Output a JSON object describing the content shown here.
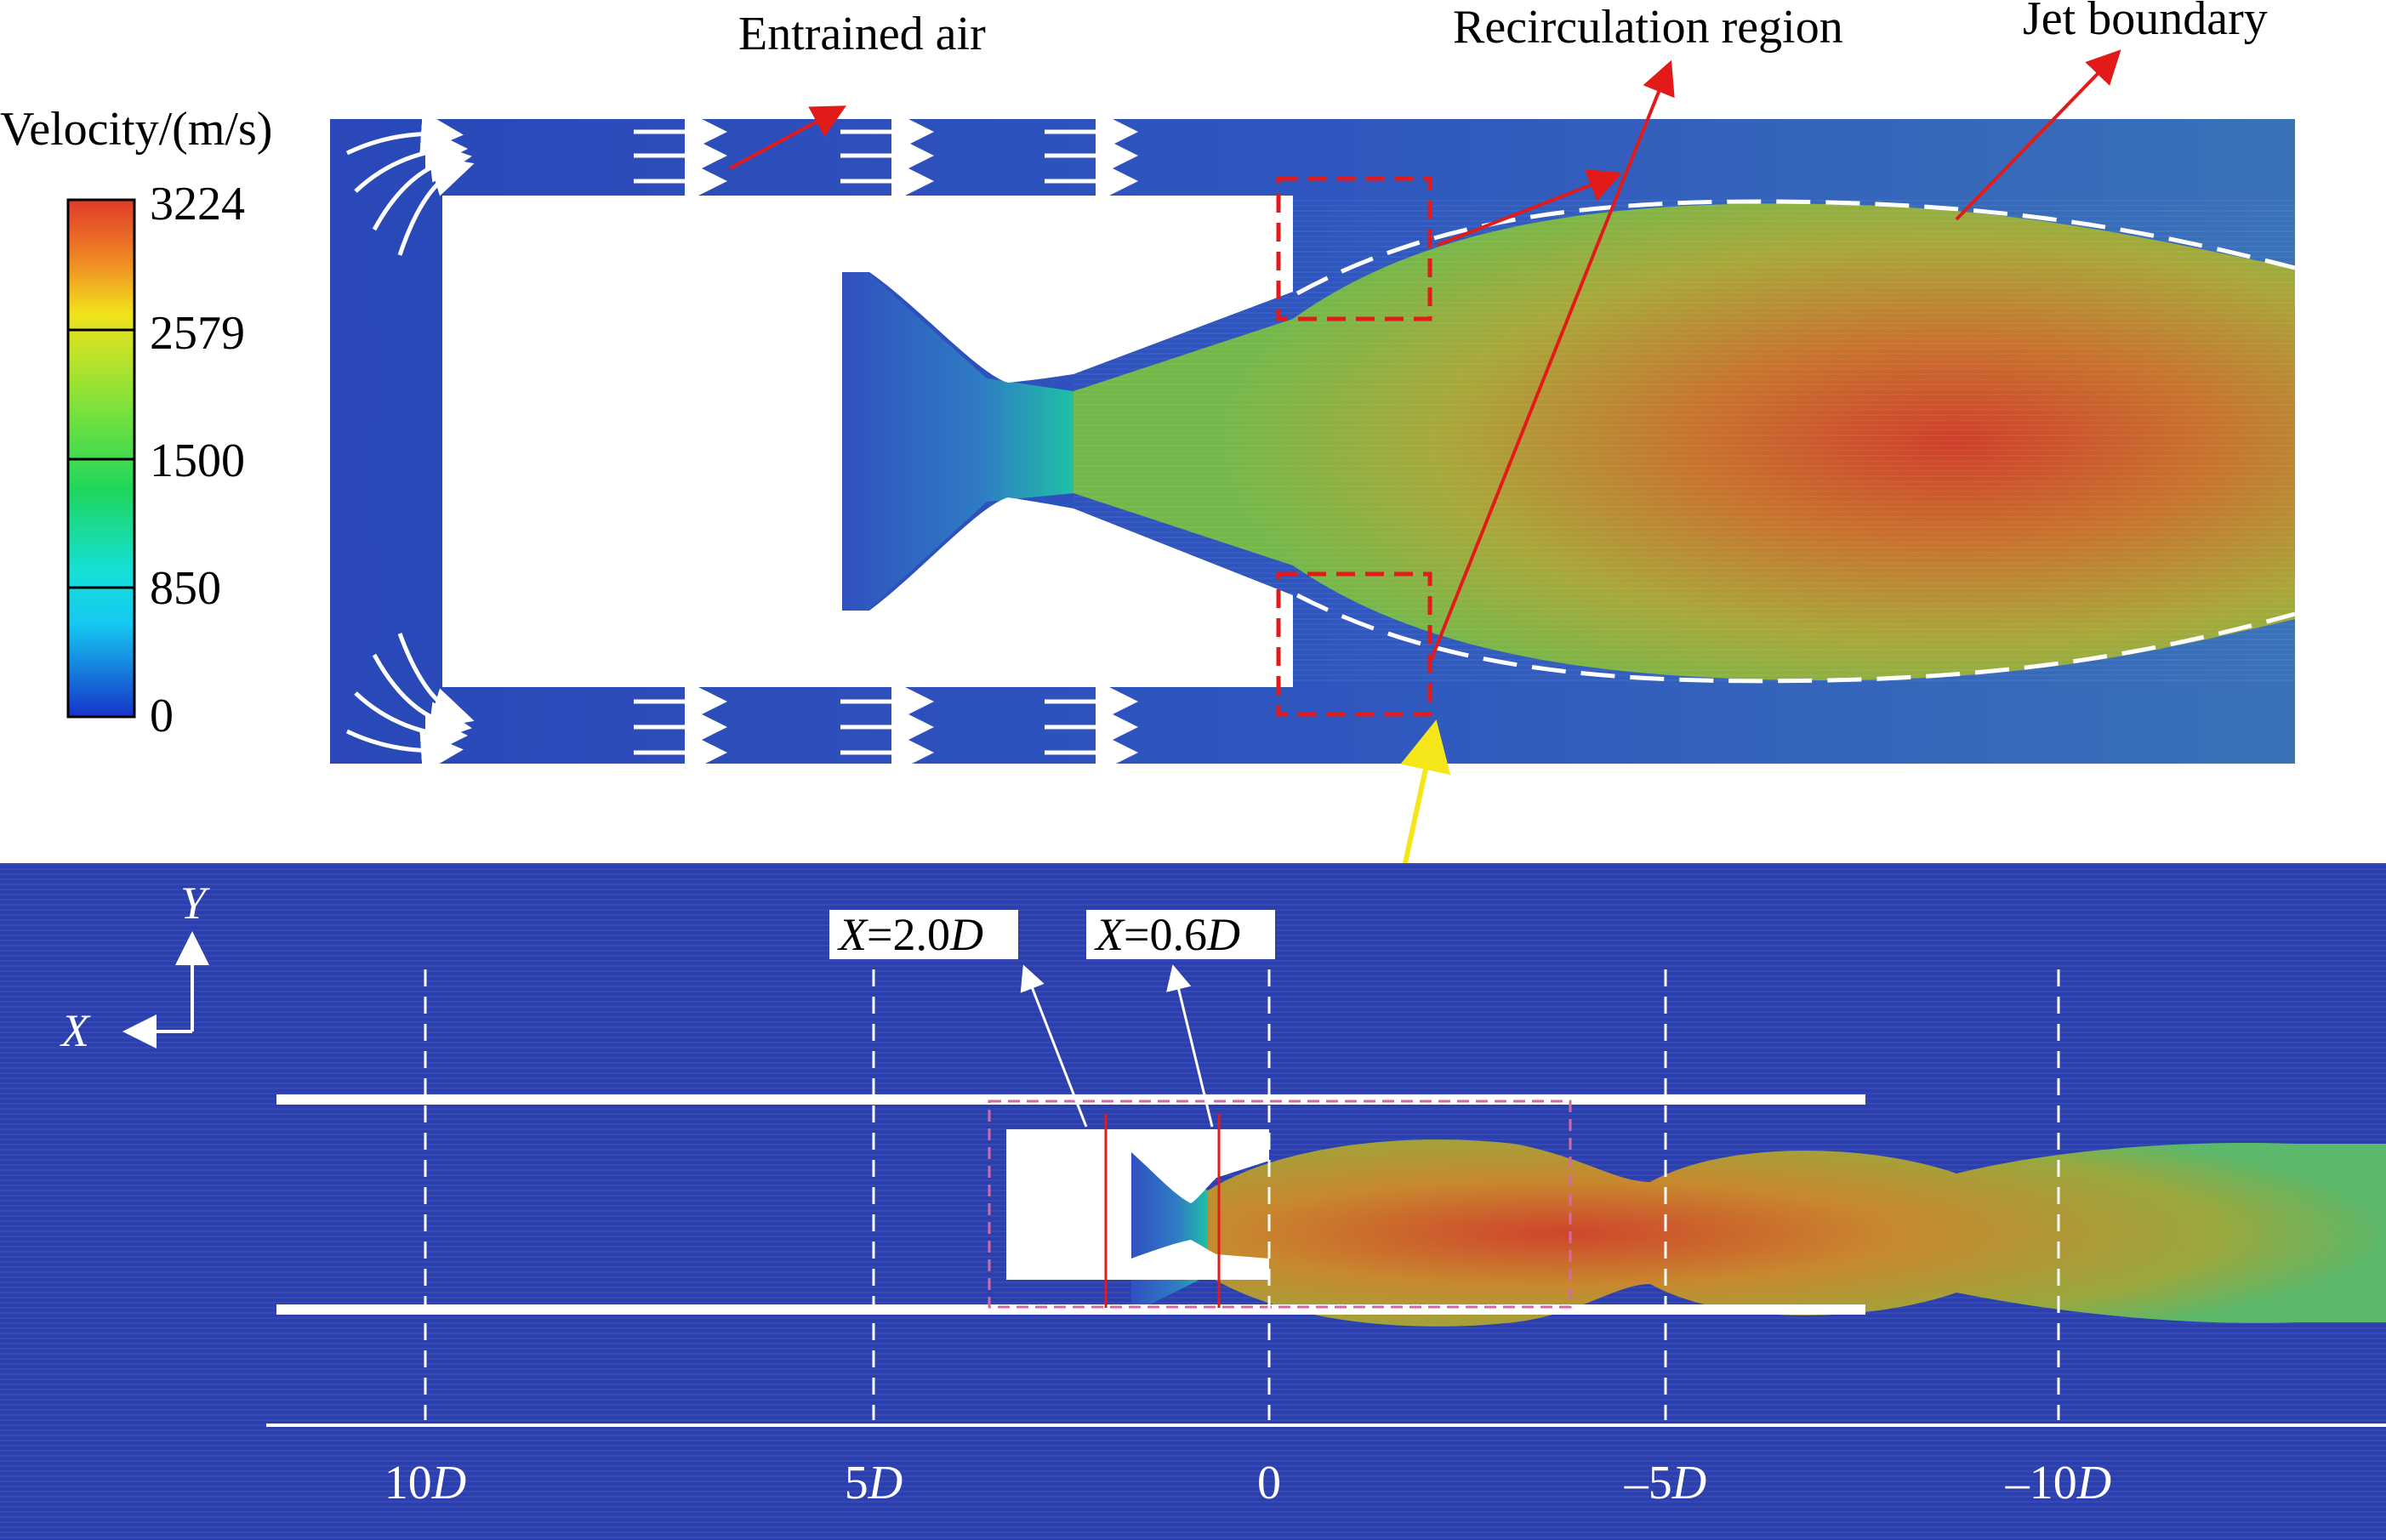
{
  "colorbar": {
    "title": "Velocity/(m/s)",
    "ticks": [
      "3224",
      "2579",
      "1500",
      "850",
      "0"
    ],
    "colors": [
      "#e53f2a",
      "#f2e21c",
      "#1fd65c",
      "#14f0f0",
      "#1633c8"
    ]
  },
  "annotations": {
    "entrained_air": "Entrained air",
    "recirculation": "Recirculation region",
    "jet_boundary": "Jet boundary"
  },
  "axes": {
    "y": "Y",
    "x": "X"
  },
  "sections": {
    "a_var": "X",
    "a_val": "=2.0",
    "a_unit": "D",
    "b_var": "X",
    "b_val": "=0.6",
    "b_unit": "D"
  },
  "scale": [
    {
      "num": "10",
      "unit": "D"
    },
    {
      "num": "5",
      "unit": "D"
    },
    {
      "num": "0",
      "unit": ""
    },
    {
      "num": "–5",
      "unit": "D"
    },
    {
      "num": "–10",
      "unit": "D"
    }
  ],
  "colors": {
    "background_flow": "#2a3eb0",
    "jet_core": "#c8502c",
    "annotation_arrow": "#e21a1a",
    "zoom_arrow": "#f5e61a"
  }
}
